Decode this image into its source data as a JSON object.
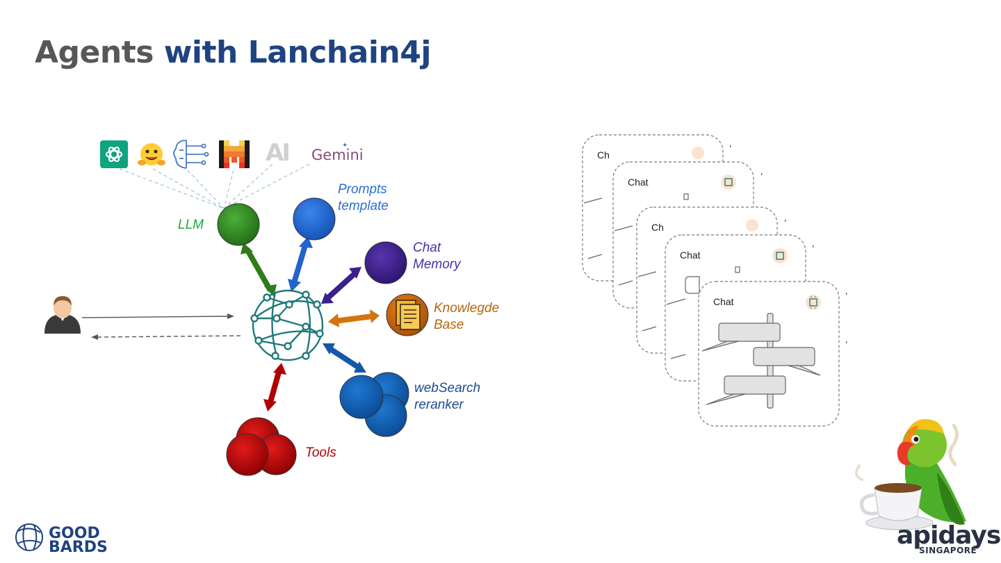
{
  "slide": {
    "title_part1": "Agents",
    "title_part2": "with Lanchain4j"
  },
  "providers": {
    "gemini_label": "Gemini",
    "ai_label": "AI",
    "icons": [
      "openai-logo-icon",
      "huggingface-logo-icon",
      "neural-brain-icon",
      "mistral-logo-icon",
      "anthropic-logo-icon",
      "gemini-logo-icon"
    ]
  },
  "nodes": {
    "llm": "LLM",
    "prompts_line1": "Prompts",
    "prompts_line2": "template",
    "chat_memory_line1": "Chat",
    "chat_memory_line2": "Memory",
    "knowledge_line1": "Knowlegde",
    "knowledge_line2": "Base",
    "websearch_line1": "webSearch",
    "websearch_line2": "reranker",
    "tools": "Tools"
  },
  "cards": {
    "chat_label": "Chat",
    "partial_label": "Ch"
  },
  "footer": {
    "brand_line1": "GOOD",
    "brand_line2": "BARDS",
    "event_name": "apidays",
    "event_city": "SINGAPORE"
  },
  "colors": {
    "title_gray": "#555759",
    "title_blue": "#1f4380",
    "llm": "#2e8b1f",
    "prompts": "#2167d6",
    "memory": "#3b1f8c",
    "knowledge": "#c4620c",
    "websearch": "#1560b8",
    "tools": "#c00000",
    "hub": "#1f7a7a"
  }
}
